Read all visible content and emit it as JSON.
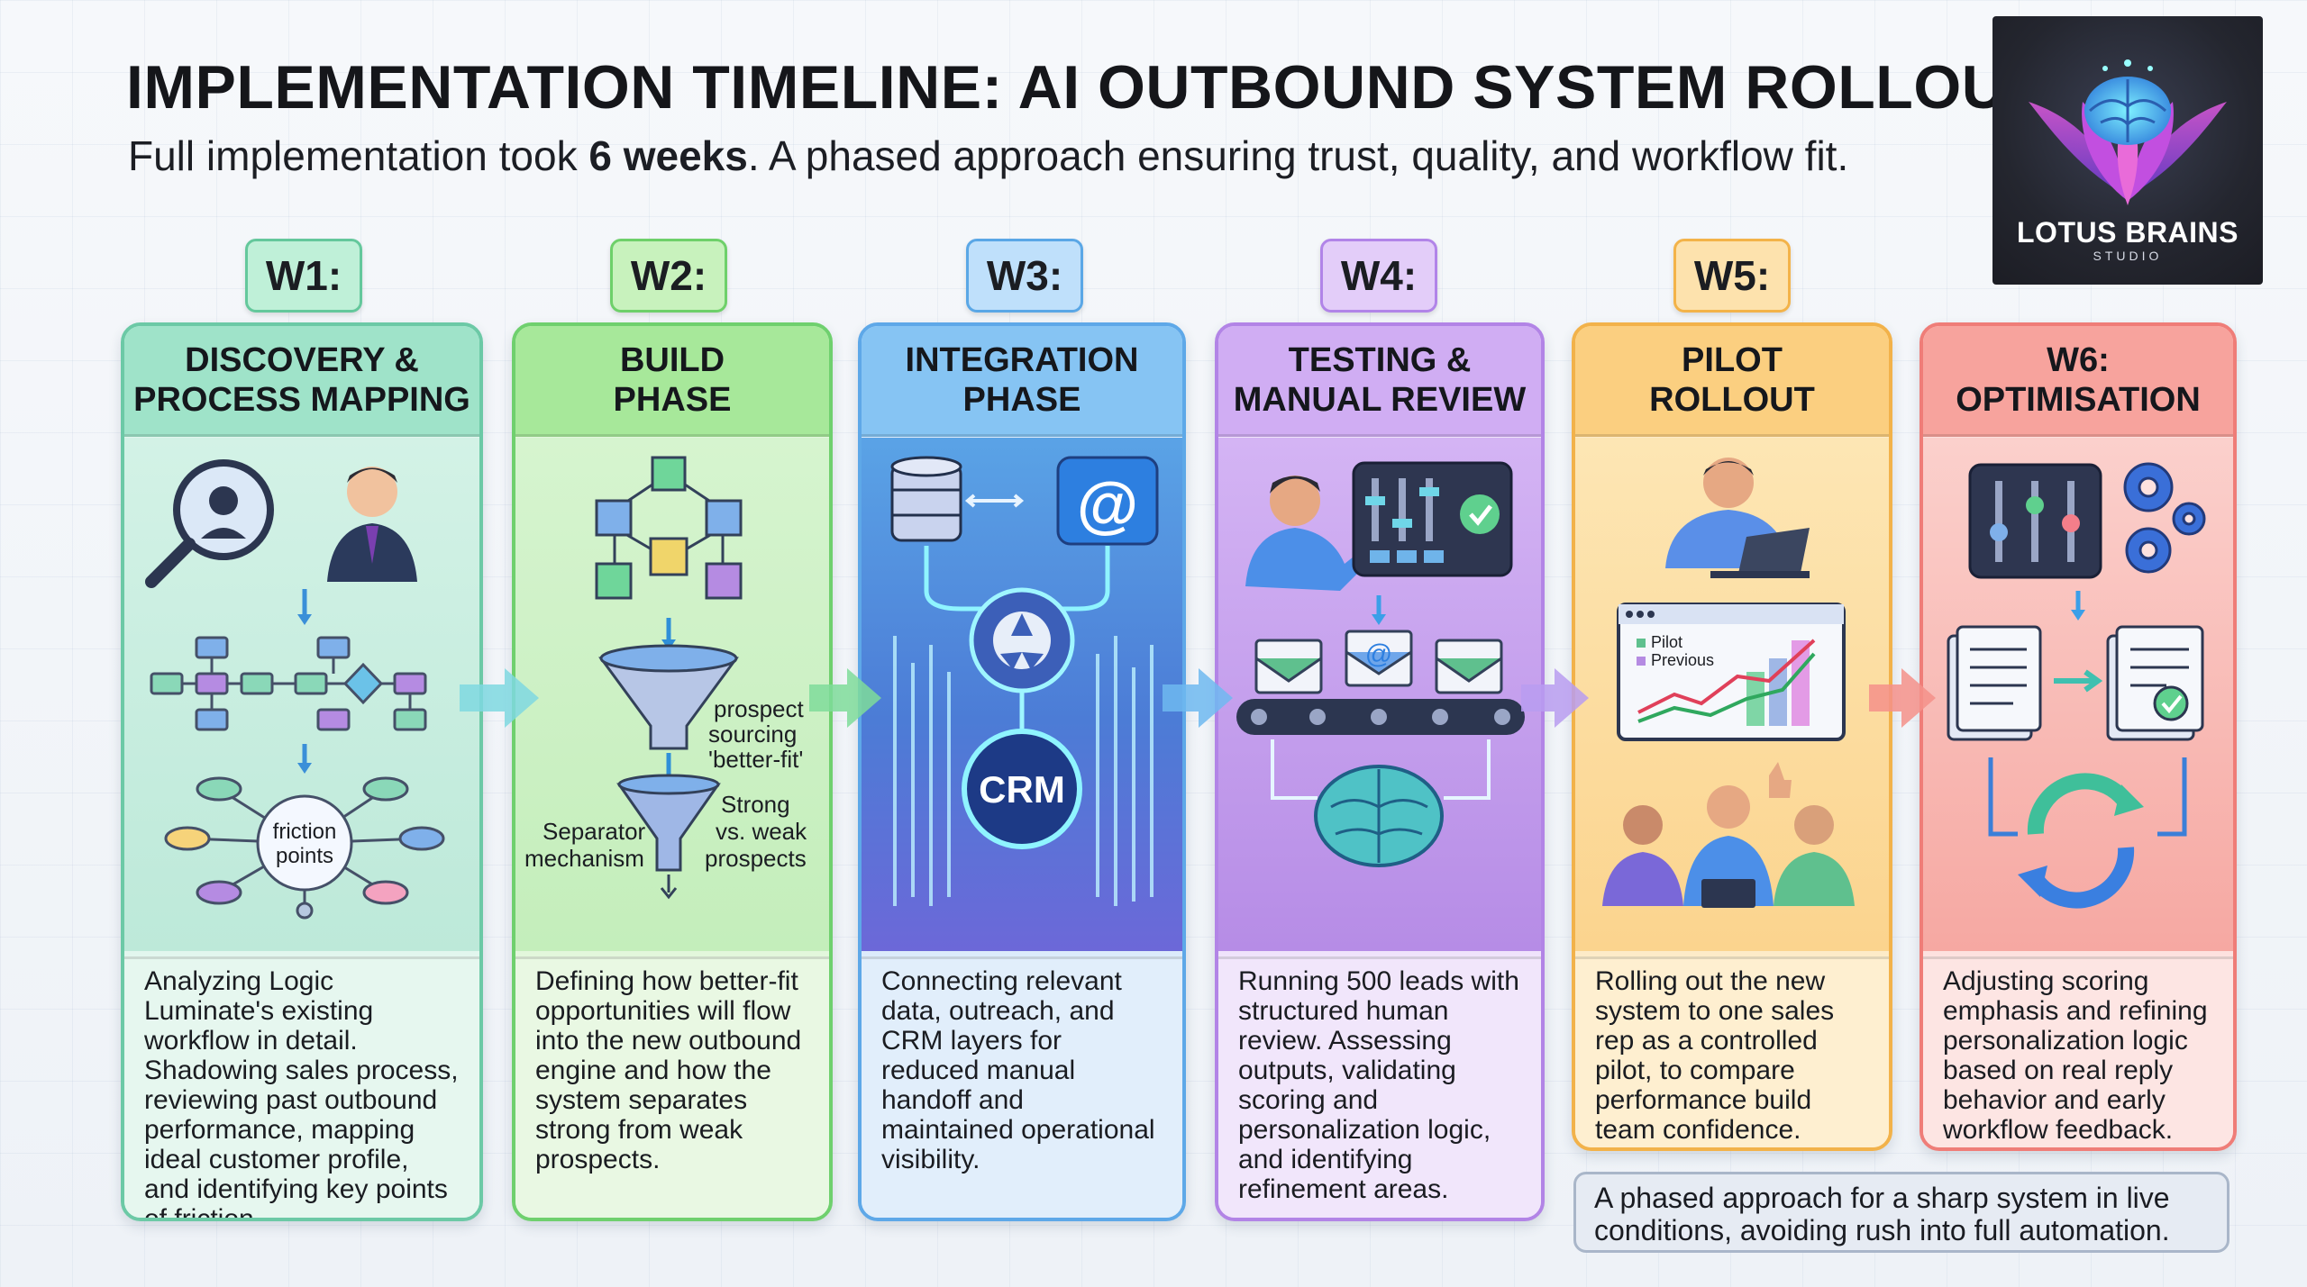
{
  "header": {
    "title": "IMPLEMENTATION TIMELINE: AI OUTBOUND SYSTEM ROLLOUT",
    "subtitle_prefix": "Full implementation took ",
    "subtitle_bold": "6 weeks",
    "subtitle_suffix": ". A phased approach ensuring trust, quality, and workflow fit."
  },
  "logo": {
    "wordmark": "LOTUS BRAINS",
    "sub": "STUDIO"
  },
  "week_labels": [
    "W1:",
    "W2:",
    "W3:",
    "W4:",
    "W5:"
  ],
  "phases": [
    {
      "head_line1": "DISCOVERY &",
      "head_line2": "PROCESS MAPPING",
      "art": {
        "friction": "friction",
        "points": "points"
      },
      "text": "Analyzing Logic Luminate's existing workflow in detail. Shadowing sales process, reviewing past outbound performance, mapping ideal customer profile, and identifying key points of friction."
    },
    {
      "head_line1": "BUILD",
      "head_line2": "PHASE",
      "art": {
        "funnel1_a": "prospect",
        "funnel1_b": "sourcing",
        "funnel1_c": "'better-fit'",
        "sep_a": "Separator",
        "sep_b": "mechanism",
        "strong_a": "Strong",
        "strong_b": "vs. weak",
        "strong_c": "prospects"
      },
      "text": "Defining how better-fit opportunities will flow into the new outbound engine and how the system separates strong from weak prospects."
    },
    {
      "head_line1": "INTEGRATION",
      "head_line2": "PHASE",
      "art": {
        "crm": "CRM",
        "at": "@"
      },
      "text": "Connecting relevant data, outreach, and CRM layers for reduced manual handoff and maintained operational visibility."
    },
    {
      "head_line1": "TESTING &",
      "head_line2": "MANUAL REVIEW",
      "art": {
        "at": "@"
      },
      "text": "Running 500 leads with structured human review. Assessing outputs, validating scoring and personalization logic, and identifying refinement areas."
    },
    {
      "head_line1": "PILOT",
      "head_line2": "ROLLOUT",
      "art": {
        "legend_pilot": "Pilot",
        "legend_previous": "Previous"
      },
      "text": "Rolling out the new system to one sales rep as a controlled pilot, to compare performance build team confidence."
    },
    {
      "head_line1": "W6:",
      "head_line2": "OPTIMISATION",
      "art": {},
      "text": "Adjusting scoring emphasis and refining personalization logic based on real reply behavior and early workflow feedback."
    }
  ],
  "note": "A phased approach for a sharp system in live conditions, avoiding rush into full automation.",
  "colors": {
    "w1": "#7ed6b6",
    "w2": "#8ee08e",
    "w3": "#6fb7f0",
    "w4": "#c9a4f0",
    "w5": "#f9c56b",
    "w6": "#f5908a"
  }
}
